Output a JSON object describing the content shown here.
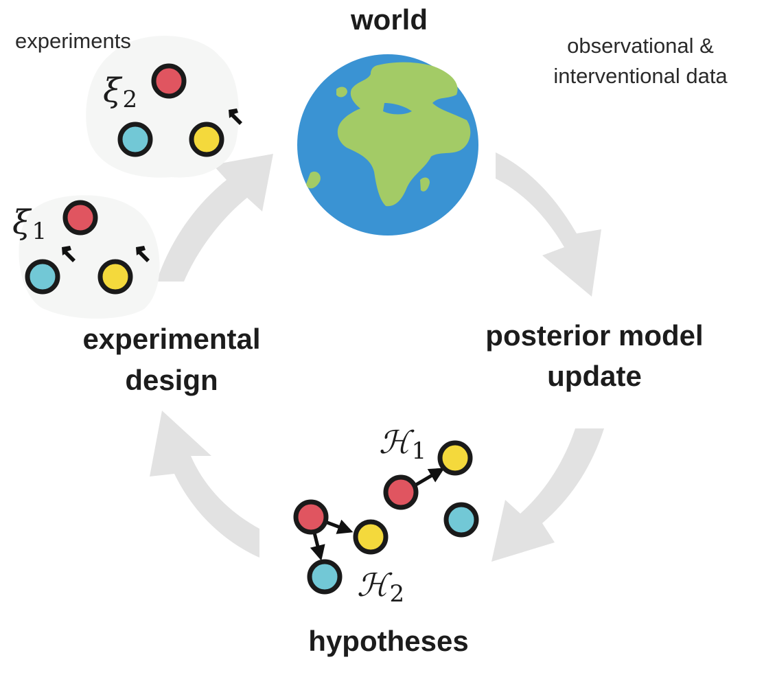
{
  "labels": {
    "world": "world",
    "observational_line1": "observational &",
    "observational_line2": "interventional data",
    "experiments": "experiments",
    "posterior_line1": "posterior model",
    "posterior_line2": "update",
    "design_line1": "experimental",
    "design_line2": "design",
    "hypotheses": "hypotheses"
  },
  "math": {
    "xi2_symbol": "ξ",
    "xi2_sub": "2",
    "xi1_symbol": "ξ",
    "xi1_sub": "1",
    "h1_symbol": "ℋ",
    "h1_sub": "1",
    "h2_symbol": "ℋ",
    "h2_sub": "2"
  },
  "colors": {
    "node_red": "#e05560",
    "node_blue": "#72c8d6",
    "node_yellow": "#f4d93c",
    "ocean": "#3a93d3",
    "land": "#a3cb66",
    "cycle_arrow": "#e2e2e2",
    "cloud": "#f5f6f5"
  },
  "icons": {
    "intervention": "hammer-icon",
    "world": "globe-icon"
  }
}
